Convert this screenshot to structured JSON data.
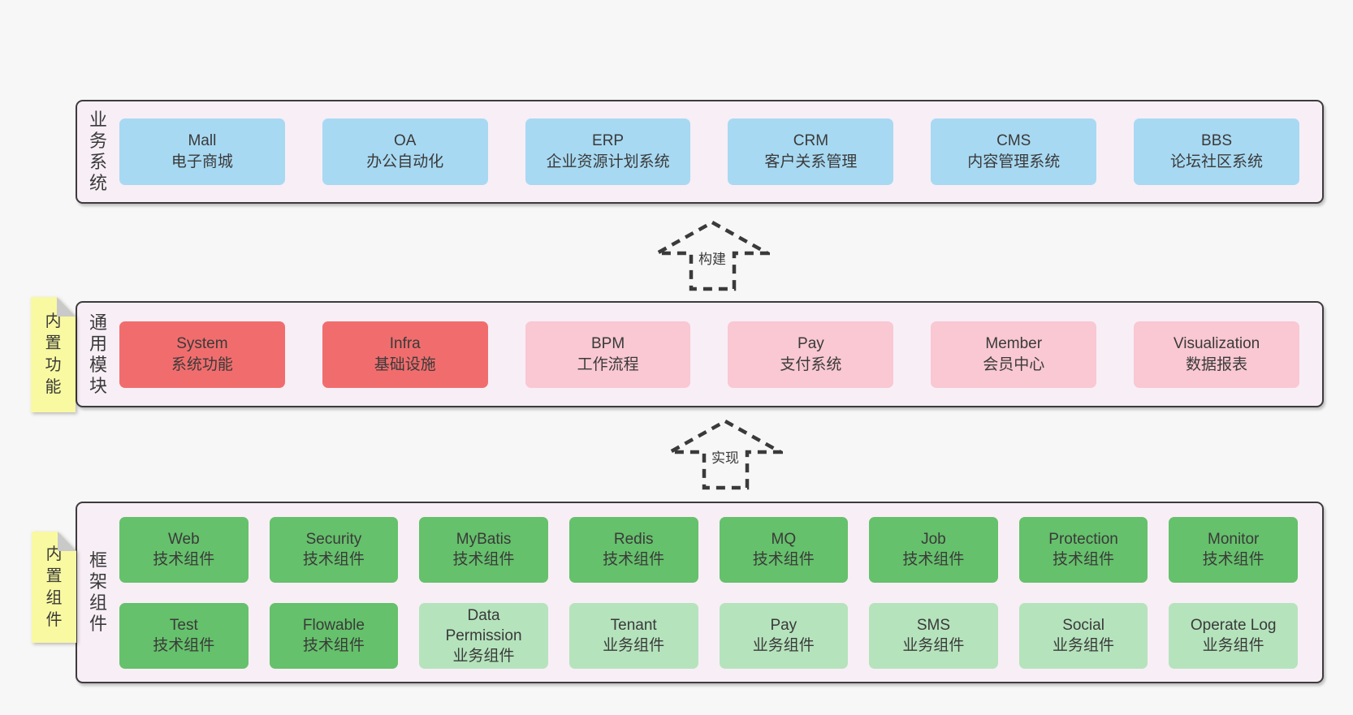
{
  "colors": {
    "page_bg": "#f7f7f7",
    "container_bg": "#f8eef6",
    "container_border": "#3c3c3c",
    "node_blue": "#a8d9f2",
    "node_red": "#f16d6d",
    "node_pink": "#f9c8d2",
    "node_green": "#65c16b",
    "node_light_green": "#b5e3bc",
    "sticky_yellow": "#f9f9a1",
    "sticky_fold_gray": "#c9c9c9",
    "text": "#3a3a3a"
  },
  "sections": {
    "business": {
      "label": "业务系统",
      "items": [
        {
          "en": "Mall",
          "zh": "电子商城",
          "variant": "blue"
        },
        {
          "en": "OA",
          "zh": "办公自动化",
          "variant": "blue"
        },
        {
          "en": "ERP",
          "zh": "企业资源计划系统",
          "variant": "blue"
        },
        {
          "en": "CRM",
          "zh": "客户关系管理",
          "variant": "blue"
        },
        {
          "en": "CMS",
          "zh": "内容管理系统",
          "variant": "blue"
        },
        {
          "en": "BBS",
          "zh": "论坛社区系统",
          "variant": "blue"
        }
      ]
    },
    "modules": {
      "label": "通用模块",
      "sticky": "内置功能",
      "items": [
        {
          "en": "System",
          "zh": "系统功能",
          "variant": "red"
        },
        {
          "en": "Infra",
          "zh": "基础设施",
          "variant": "red"
        },
        {
          "en": "BPM",
          "zh": "工作流程",
          "variant": "pink"
        },
        {
          "en": "Pay",
          "zh": "支付系统",
          "variant": "pink"
        },
        {
          "en": "Member",
          "zh": "会员中心",
          "variant": "pink"
        },
        {
          "en": "Visualization",
          "zh": "数据报表",
          "variant": "pink"
        }
      ]
    },
    "components": {
      "label": "框架组件",
      "sticky": "内置组件",
      "rows": [
        {
          "items": [
            {
              "en": "Web",
              "zh": "技术组件",
              "variant": "green"
            },
            {
              "en": "Security",
              "zh": "技术组件",
              "variant": "green"
            },
            {
              "en": "MyBatis",
              "zh": "技术组件",
              "variant": "green"
            },
            {
              "en": "Redis",
              "zh": "技术组件",
              "variant": "green"
            },
            {
              "en": "MQ",
              "zh": "技术组件",
              "variant": "green"
            },
            {
              "en": "Job",
              "zh": "技术组件",
              "variant": "green"
            },
            {
              "en": "Protection",
              "zh": "技术组件",
              "variant": "green"
            },
            {
              "en": "Monitor",
              "zh": "技术组件",
              "variant": "green"
            }
          ]
        },
        {
          "items": [
            {
              "en": "Test",
              "zh": "技术组件",
              "variant": "green"
            },
            {
              "en": "Flowable",
              "zh": "技术组件",
              "variant": "green"
            },
            {
              "en": "Data Permission",
              "zh": "业务组件",
              "variant": "light-green"
            },
            {
              "en": "Tenant",
              "zh": "业务组件",
              "variant": "light-green"
            },
            {
              "en": "Pay",
              "zh": "业务组件",
              "variant": "light-green"
            },
            {
              "en": "SMS",
              "zh": "业务组件",
              "variant": "light-green"
            },
            {
              "en": "Social",
              "zh": "业务组件",
              "variant": "light-green"
            },
            {
              "en": "Operate Log",
              "zh": "业务组件",
              "variant": "light-green"
            }
          ]
        }
      ]
    }
  },
  "arrows": [
    {
      "label": "构建"
    },
    {
      "label": "实现"
    }
  ]
}
